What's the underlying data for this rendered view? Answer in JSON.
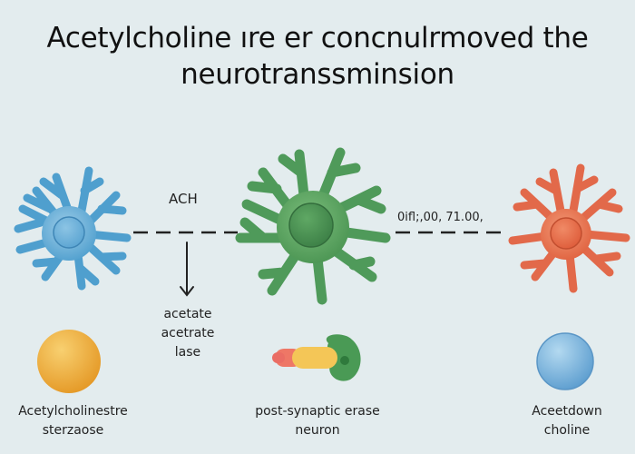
{
  "title": {
    "line1": "Acetylcholine ıre er concnulrmoved  the",
    "line2": "neurotranssminsion"
  },
  "labels": {
    "ach": "ACH",
    "numbers": "0ifl;,00,  71.00,",
    "process_lines": [
      "acetate",
      "acetrate",
      "lase"
    ],
    "left_caption": [
      "Acetylcholinestre",
      "sterzaose"
    ],
    "center_caption": [
      "post-synaptic  erase",
      "neuron"
    ],
    "right_caption": [
      "Aceetdown",
      "choline"
    ]
  },
  "colors": {
    "background": "#e3ecee",
    "left_neuron": "#4f9fce",
    "center_neuron": "#4f9a5a",
    "right_neuron": "#e2694a",
    "left_sphere": "#f0b030",
    "right_sphere": "#6aaed8"
  }
}
